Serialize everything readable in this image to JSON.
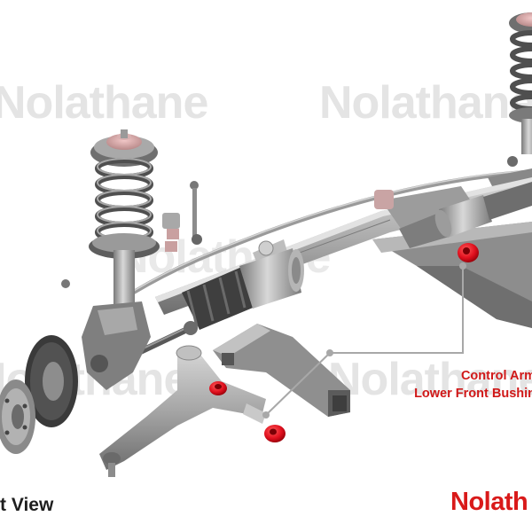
{
  "watermark": {
    "text": "Nolathane"
  },
  "callout": {
    "line1": "Control Arm",
    "line2": "Lower Front Bushin"
  },
  "view_label": "t View",
  "brand_logo": {
    "text": "Nolath"
  },
  "colors": {
    "metal": "#a9a9a9",
    "bushing": "#e0101e",
    "callout_text": "#d01818",
    "leader_line": "#a8a8a8",
    "watermark": "#e4e4e4"
  }
}
